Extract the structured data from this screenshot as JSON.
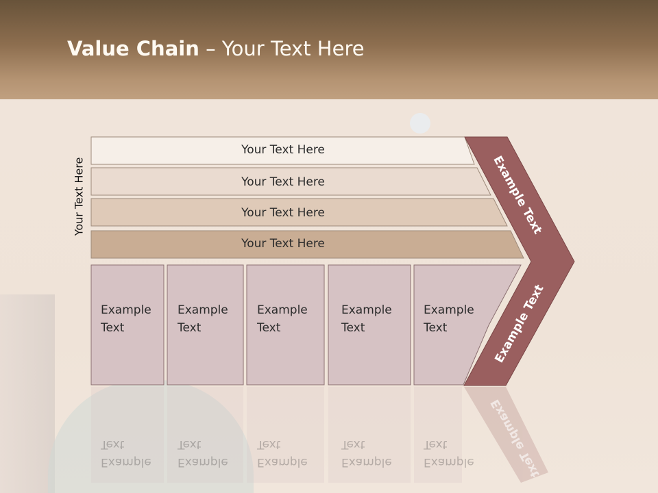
{
  "slide": {
    "title_bold": "Value Chain",
    "title_rest": " – Your Text Here",
    "side_label": "Your Text Here",
    "rows": [
      "Your Text Here",
      "Your Text Here",
      "Your Text Here",
      "Your Text Here"
    ],
    "boxes": [
      {
        "line1": "Example",
        "line2": "Text"
      },
      {
        "line1": "Example",
        "line2": "Text"
      },
      {
        "line1": "Example",
        "line2": "Text"
      },
      {
        "line1": "Example",
        "line2": "Text"
      },
      {
        "line1": "Example",
        "line2": "Text"
      }
    ],
    "chevron_top": "Example Text",
    "chevron_bottom": "Example Text"
  },
  "colors": {
    "header": "#8d6e4f",
    "chevron": "#9a5f5f",
    "box_fill": "#d6c2c4",
    "row_fill_dark": "#c9ad94"
  }
}
